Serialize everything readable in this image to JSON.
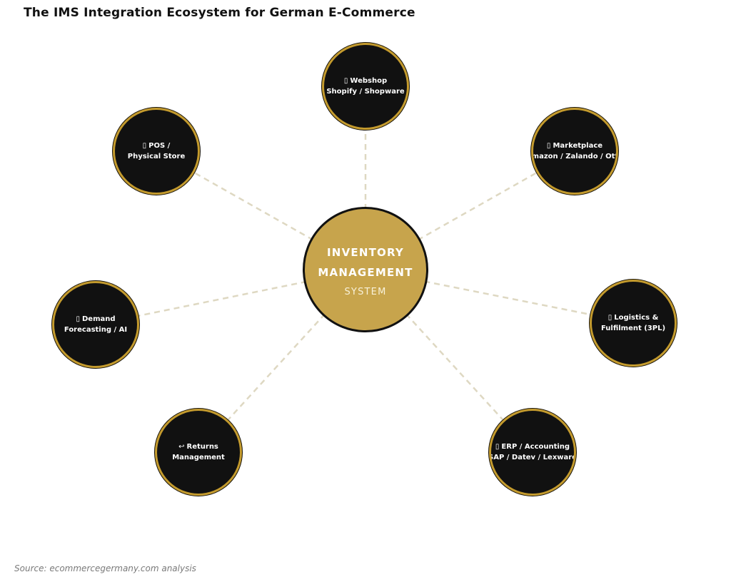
{
  "title": "The IMS Integration Ecosystem for German E-Commerce",
  "source": "Source: ecommercegermany.com analysis",
  "center": {
    "line1": "INVENTORY",
    "line2": "MANAGEMENT",
    "line3": "SYSTEM"
  },
  "nodes": [
    {
      "name": "webshop",
      "icon": "▯",
      "line1": "Webshop",
      "line2": "Shopify / Shopware"
    },
    {
      "name": "pos",
      "icon": "▯",
      "line1": "POS /",
      "line2": "Physical Store"
    },
    {
      "name": "marketplace",
      "icon": "▯",
      "line1": "Marketplace",
      "line2": "Amazon / Zalando / Otto"
    },
    {
      "name": "demand",
      "icon": "▯",
      "line1": "Demand",
      "line2": "Forecasting / AI"
    },
    {
      "name": "logistics",
      "icon": "▯",
      "line1": "Logistics &",
      "line2": "Fulfilment (3PL)"
    },
    {
      "name": "returns",
      "icon": "↩",
      "line1": "Returns",
      "line2": "Management"
    },
    {
      "name": "erp",
      "icon": "▯",
      "line1": "ERP / Accounting",
      "line2": "SAP / Datev / Lexware"
    }
  ],
  "colors": {
    "accent_gold": "#c7a44c",
    "node_fill": "#111111",
    "node_border": "#c49b2e",
    "connector": "#ded8c2",
    "title_text": "#111111",
    "source_text": "#7a7a7a"
  }
}
